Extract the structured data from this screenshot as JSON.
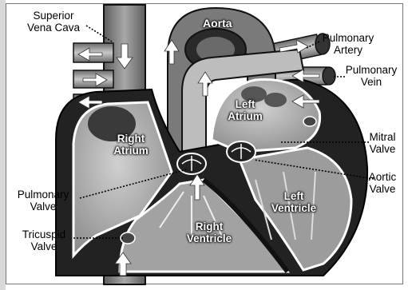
{
  "labels": {
    "superior_vena_cava": "Superior\nVena Cava",
    "aorta": "Aorta",
    "pulmonary_artery": "Pulmonary\nArtery",
    "pulmonary_vein": "Pulmonary\nVein",
    "left_atrium": "Left\nAtrium",
    "right_atrium": "Right\nAtrium",
    "mitral_valve": "Mitral\nValve",
    "aortic_valve": "Aortic\nValve",
    "pulmonary_valve": "Pulmonary\nValve",
    "left_ventricle": "Left\nVentricle",
    "right_ventricle": "Right\nVentricle",
    "tricuspid_valve": "Tricuspid\nValve"
  },
  "colors": {
    "vessel": "#8a8a8a",
    "vessel_dark": "#3a3a3a",
    "wall": "#1a1a1a",
    "chamber": "#b5b5b5",
    "ventricle": "#9a9a9a",
    "arrow": "#ffffff"
  }
}
